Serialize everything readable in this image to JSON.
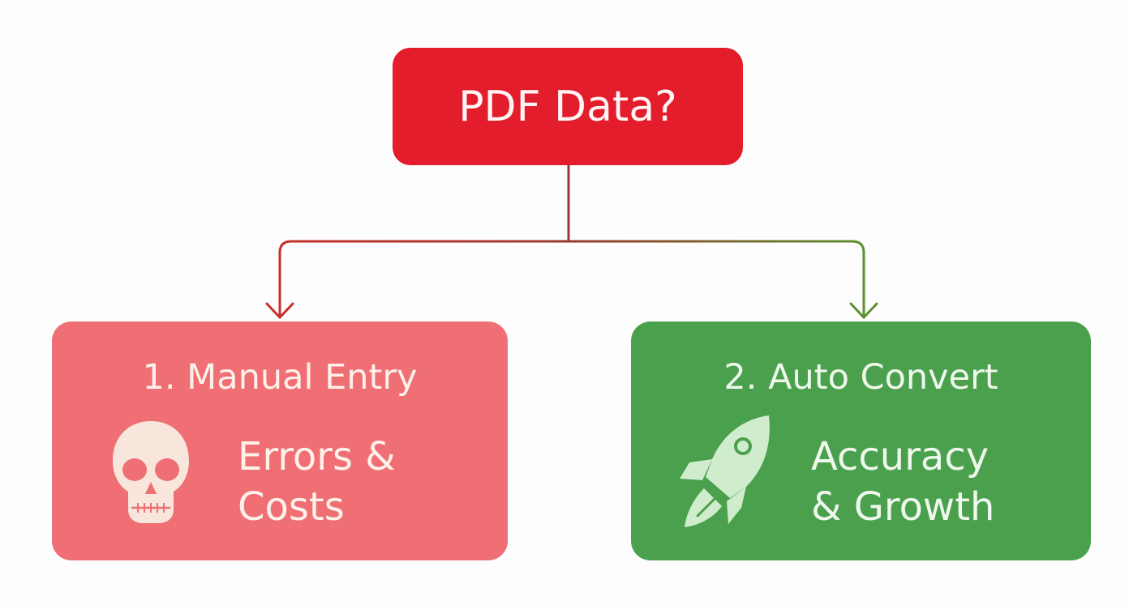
{
  "root": {
    "title": "PDF Data?"
  },
  "branches": [
    {
      "title": "1. Manual Entry",
      "outcome_line1": "Errors &",
      "outcome_line2": "Costs",
      "icon": "skull-icon",
      "color": "#ef6f74"
    },
    {
      "title": "2. Auto Convert",
      "outcome_line1": "Accuracy",
      "outcome_line2": "& Growth",
      "icon": "rocket-icon",
      "color": "#4aa04c"
    }
  ],
  "colors": {
    "root": "#e31d2b",
    "connector_left": "#b8312a",
    "connector_right": "#5e8f32",
    "background": "#fdfdfd"
  }
}
